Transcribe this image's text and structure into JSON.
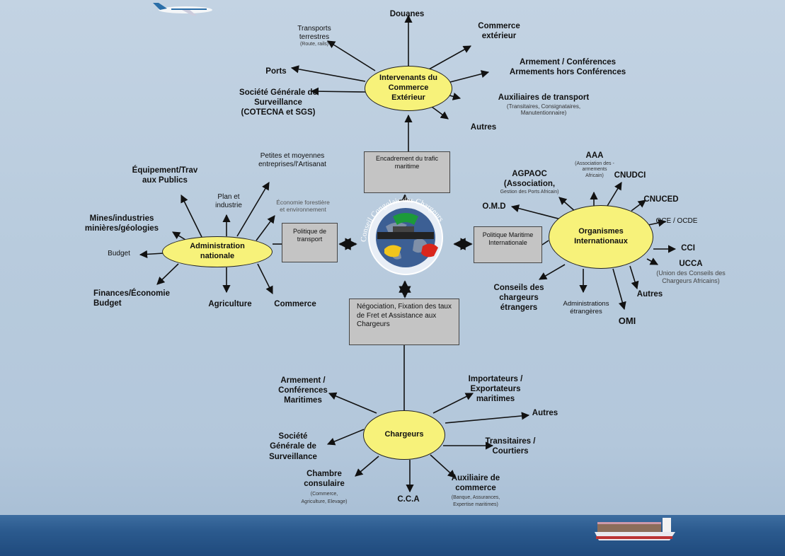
{
  "center_logo": {
    "text": "Conseil Congolais des Chargeurs"
  },
  "intervenants": {
    "title": "Intervenants du Commerce Extérieur",
    "items": {
      "douanes": "Douanes",
      "transports": "Transports terrestres",
      "transports_sub": "(Route, rails)",
      "commerce": "Commerce extérieur",
      "armement1": "Armement / Conférences",
      "armement2": "Armements hors Conférences",
      "ports": "Ports",
      "sgs1": "Société Générale de",
      "sgs2": "Surveillance",
      "sgs3": "(COTECNA et SGS)",
      "aux": "Auxiliaires de transport",
      "aux_sub1": "(Transitaires, Consignataires,",
      "aux_sub2": "Manutentionnaire)",
      "autres": "Autres"
    }
  },
  "boxes": {
    "encadrement": "Encadrement du trafic maritime",
    "politique_transport": "Politique de transport",
    "politique_maritime": "Politique Maritime Internationale",
    "negociation": "Négociation, Fixation des taux de Fret et Assistance aux Chargeurs"
  },
  "administration": {
    "title": "Administration nationale",
    "items": {
      "equipement1": "Équipement/Trav",
      "equipement2": "aux Publics",
      "plan1": "Plan et",
      "plan2": "industrie",
      "pme1": "Petites et moyennes",
      "pme2": "entreprises/l'Artisanat",
      "eco1": "Économie forestière",
      "eco2": "et environnement",
      "mines1": "Mines/industries",
      "mines2": "minières/géologies",
      "budget": "Budget",
      "finances1": "Finances/Économie",
      "finances2": "Budget",
      "agriculture": "Agriculture",
      "commerce": "Commerce"
    }
  },
  "organismes": {
    "title": "Organismes Internationaux",
    "items": {
      "aaa": "AAA",
      "aaa_sub1": "(Association des -",
      "aaa_sub2": "armements",
      "aaa_sub3": "Africain)",
      "agpaoc1": "AGPAOC",
      "agpaoc2": "(Association,",
      "agpaoc_sub": "Gestion des Ports Africain)",
      "omd": "O.M.D",
      "cnudci": "CNUDCI",
      "cnuced": "CNUCED",
      "oce": "OCE / OCDE",
      "cci": "CCI",
      "ucca": "UCCA",
      "ucca_sub1": "(Union des Conseils des",
      "ucca_sub2": "Chargeurs Africains)",
      "conseils1": "Conseils des",
      "conseils2": "chargeurs",
      "conseils3": "étrangers",
      "admin1": "Administrations",
      "admin2": "étrangères",
      "autres": "Autres",
      "omi": "OMI"
    }
  },
  "chargeurs": {
    "title": "Chargeurs",
    "items": {
      "armement1": "Armement /",
      "armement2": "Conférences",
      "armement3": "Maritimes",
      "import1": "Importateurs /",
      "import2": "Exportateurs",
      "import3": "maritimes",
      "autres": "Autres",
      "transit1": "Transitaires /",
      "transit2": "Courtiers",
      "sgs1": "Société",
      "sgs2": "Générale de",
      "sgs3": "Surveillance",
      "chambre1": "Chambre",
      "chambre2": "consulaire",
      "chambre_sub1": "(Commerce,",
      "chambre_sub2": "Agriculture, Elevage)",
      "cca": "C.C.A",
      "aux1": "Auxiliaire de",
      "aux2": "commerce",
      "aux_sub1": "(Banque, Assurances,",
      "aux_sub2": "Expertise maritimes)"
    }
  },
  "colors": {
    "ellipse": "#f7f27a",
    "box": "#c4c4c4",
    "sky": "#b8cbdd",
    "sea": "#2b5a8e"
  }
}
